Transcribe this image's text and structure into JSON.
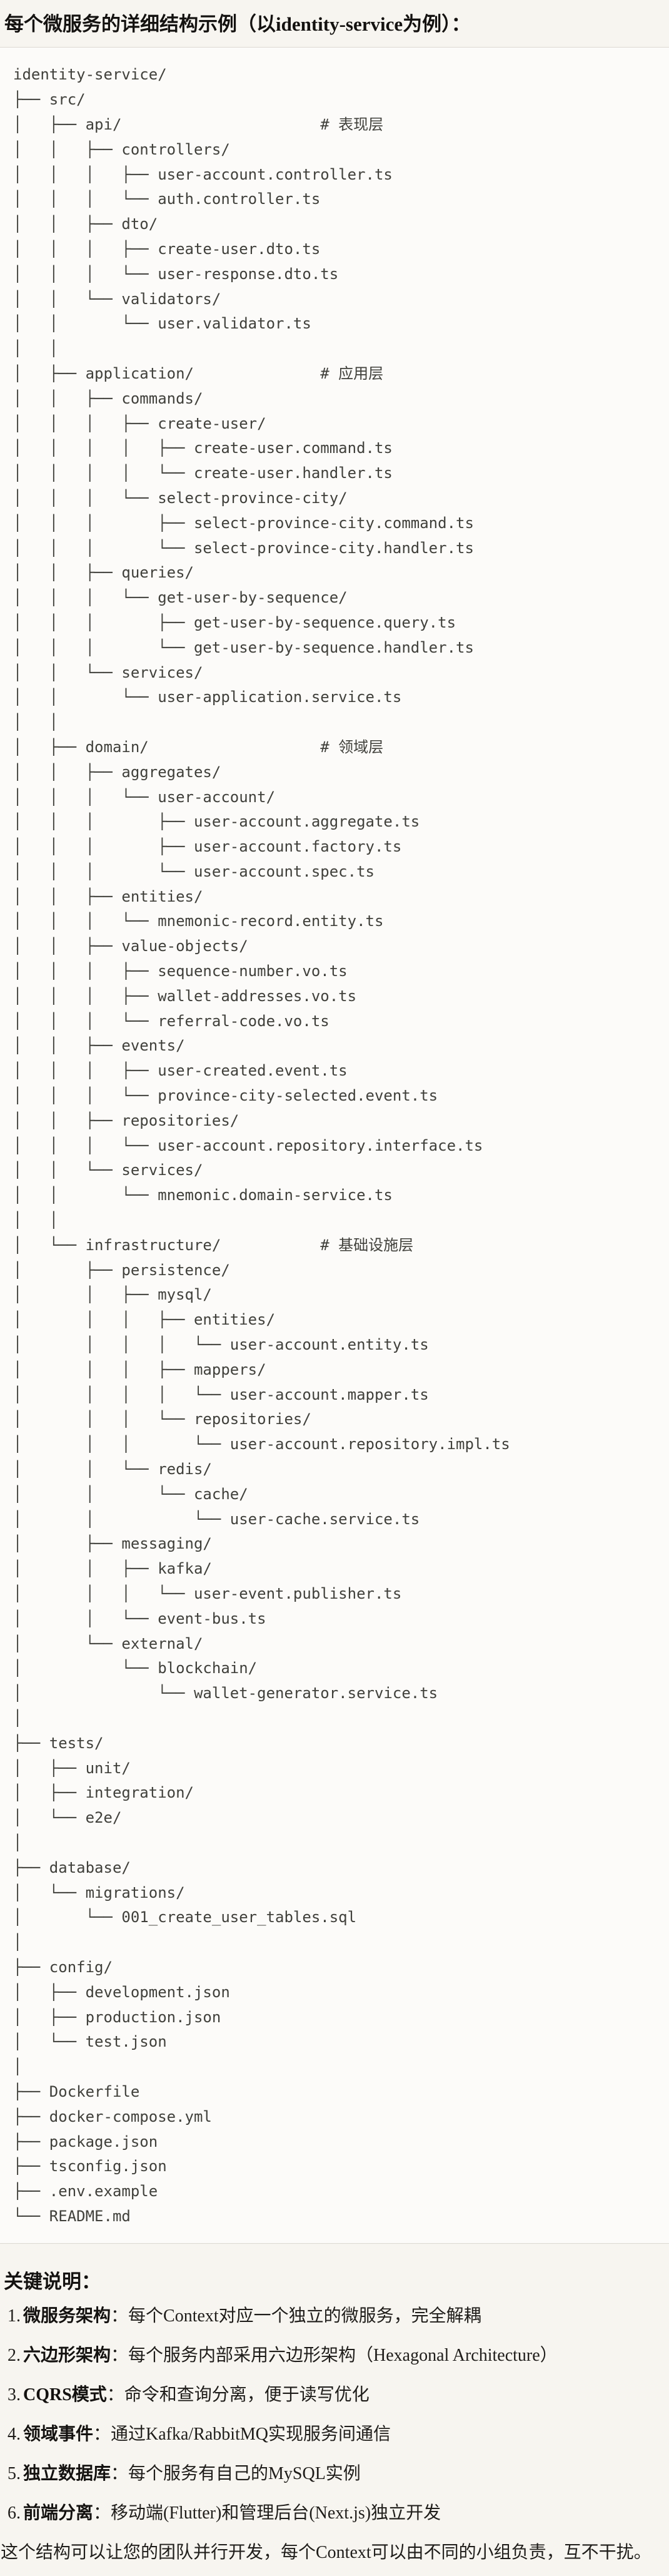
{
  "page": {
    "title": "每个微服务的详细结构示例（以identity-service为例）："
  },
  "colors": {
    "page_background": "#f7f5f0",
    "code_block_background": "#fcfbf9",
    "code_block_border": "#dcd9d2",
    "code_text": "#40403b",
    "body_text": "#1f1d1a"
  },
  "code_block": {
    "tree_lines": [
      "identity-service/",
      "├── src/",
      "│   ├── api/                      # 表现层",
      "│   │   ├── controllers/",
      "│   │   │   ├── user-account.controller.ts",
      "│   │   │   └── auth.controller.ts",
      "│   │   ├── dto/",
      "│   │   │   ├── create-user.dto.ts",
      "│   │   │   └── user-response.dto.ts",
      "│   │   └── validators/",
      "│   │       └── user.validator.ts",
      "│   │",
      "│   ├── application/              # 应用层",
      "│   │   ├── commands/",
      "│   │   │   ├── create-user/",
      "│   │   │   │   ├── create-user.command.ts",
      "│   │   │   │   └── create-user.handler.ts",
      "│   │   │   └── select-province-city/",
      "│   │   │       ├── select-province-city.command.ts",
      "│   │   │       └── select-province-city.handler.ts",
      "│   │   ├── queries/",
      "│   │   │   └── get-user-by-sequence/",
      "│   │   │       ├── get-user-by-sequence.query.ts",
      "│   │   │       └── get-user-by-sequence.handler.ts",
      "│   │   └── services/",
      "│   │       └── user-application.service.ts",
      "│   │",
      "│   ├── domain/                   # 领域层",
      "│   │   ├── aggregates/",
      "│   │   │   └── user-account/",
      "│   │   │       ├── user-account.aggregate.ts",
      "│   │   │       ├── user-account.factory.ts",
      "│   │   │       └── user-account.spec.ts",
      "│   │   ├── entities/",
      "│   │   │   └── mnemonic-record.entity.ts",
      "│   │   ├── value-objects/",
      "│   │   │   ├── sequence-number.vo.ts",
      "│   │   │   ├── wallet-addresses.vo.ts",
      "│   │   │   └── referral-code.vo.ts",
      "│   │   ├── events/",
      "│   │   │   ├── user-created.event.ts",
      "│   │   │   └── province-city-selected.event.ts",
      "│   │   ├── repositories/",
      "│   │   │   └── user-account.repository.interface.ts",
      "│   │   └── services/",
      "│   │       └── mnemonic.domain-service.ts",
      "│   │",
      "│   └── infrastructure/           # 基础设施层",
      "│       ├── persistence/",
      "│       │   ├── mysql/",
      "│       │   │   ├── entities/",
      "│       │   │   │   └── user-account.entity.ts",
      "│       │   │   ├── mappers/",
      "│       │   │   │   └── user-account.mapper.ts",
      "│       │   │   └── repositories/",
      "│       │   │       └── user-account.repository.impl.ts",
      "│       │   └── redis/",
      "│       │       └── cache/",
      "│       │           └── user-cache.service.ts",
      "│       ├── messaging/",
      "│       │   ├── kafka/",
      "│       │   │   └── user-event.publisher.ts",
      "│       │   └── event-bus.ts",
      "│       └── external/",
      "│           └── blockchain/",
      "│               └── wallet-generator.service.ts",
      "│",
      "├── tests/",
      "│   ├── unit/",
      "│   ├── integration/",
      "│   └── e2e/",
      "│",
      "├── database/",
      "│   └── migrations/",
      "│       └── 001_create_user_tables.sql",
      "│",
      "├── config/",
      "│   ├── development.json",
      "│   ├── production.json",
      "│   └── test.json",
      "│",
      "├── Dockerfile",
      "├── docker-compose.yml",
      "├── package.json",
      "├── tsconfig.json",
      "├── .env.example",
      "└── README.md"
    ]
  },
  "notes": {
    "heading": "关键说明：",
    "items": [
      {
        "num": "1.",
        "term": "微服务架构",
        "rest": "：每个Context对应一个独立的微服务，完全解耦"
      },
      {
        "num": "2.",
        "term": "六边形架构",
        "rest": "：每个服务内部采用六边形架构（Hexagonal Architecture）"
      },
      {
        "num": "3.",
        "term": "CQRS模式",
        "rest": "：命令和查询分离，便于读写优化"
      },
      {
        "num": "4.",
        "term": "领域事件",
        "rest": "：通过Kafka/RabbitMQ实现服务间通信"
      },
      {
        "num": "5.",
        "term": "独立数据库",
        "rest": "：每个服务有自己的MySQL实例"
      },
      {
        "num": "6.",
        "term": "前端分离",
        "rest": "：移动端(Flutter)和管理后台(Next.js)独立开发"
      }
    ],
    "closing": "这个结构可以让您的团队并行开发，每个Context可以由不同的小组负责，互不干扰。"
  }
}
